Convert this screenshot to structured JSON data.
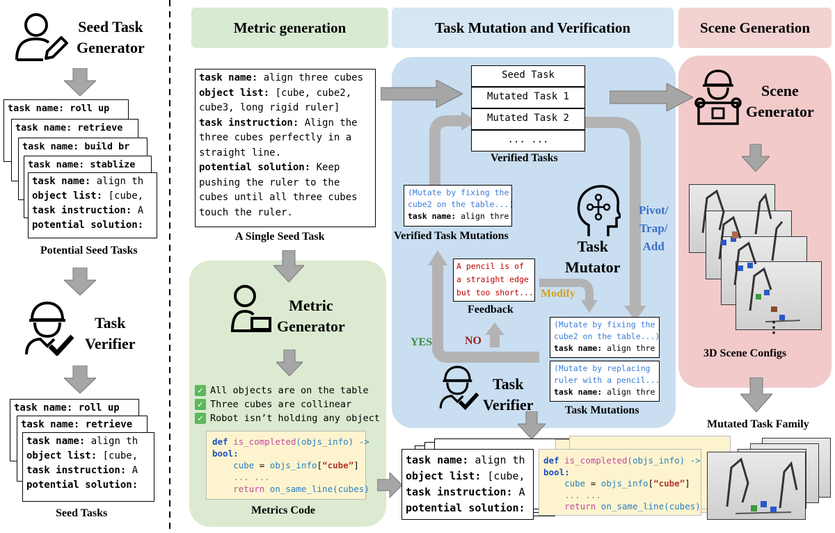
{
  "left": {
    "seed_task_generator": "Seed Task\nGenerator",
    "potential_seed_tasks_label": "Potential Seed Tasks",
    "task_verifier": "Task\nVerifier",
    "seed_tasks_label": "Seed Tasks",
    "potential_cards": [
      "task name: roll up",
      "task name: retrieve",
      "task name: build br",
      "task name: stablize"
    ],
    "seed_cards": [
      "task name: roll up",
      "task name: retrieve"
    ],
    "front_card": {
      "line1_key": "task name:",
      "line1_val": " align th",
      "line2_key": "object list:",
      "line2_val": " [cube,",
      "line3_key": "task instruction:",
      "line3_val": " A",
      "line4_key": "potential solution:",
      "line4_val": ""
    }
  },
  "sections": {
    "metric_generation": "Metric generation",
    "task_mutation": "Task Mutation and Verification",
    "scene_generation": "Scene Generation"
  },
  "single_seed": {
    "label": "A Single Seed Task",
    "task_name_key": "task name:",
    "task_name_val": " align three cubes",
    "object_list_key": "object list:",
    "object_list_val": " [cube, cube2,\ncube3, long rigid ruler]",
    "instruction_key": "task instruction:",
    "instruction_val": " Align the\nthree cubes perfectly in a\nstraight line.",
    "solution_key": "potential solution:",
    "solution_val": " Keep\npushing the ruler to the\ncubes until all three cubes\ntouch the ruler."
  },
  "metric": {
    "generator": "Metric\nGenerator",
    "checks": [
      "All objects are on the table",
      "Three cubes are collinear",
      "Robot isn’t holding any object"
    ],
    "code_label": "Metrics Code",
    "code": {
      "line1_def": "def",
      "line1_fn": "is_completed",
      "line1_arg": "(objs_info) ->",
      "line2": "bool:",
      "line3_var": "cube",
      "line3_eq": " = ",
      "line3_obj": "objs_info",
      "line3_key": "“cube”",
      "line4": "... ...",
      "line5_ret": "return",
      "line5_fn": "on_same_line",
      "line5_arg": "(cubes)"
    }
  },
  "mutation": {
    "stack": [
      "Seed Task",
      "Mutated Task 1",
      "Mutated Task 2",
      "... ..."
    ],
    "verified_tasks_label": "Verified Tasks",
    "verified_mutation_card": {
      "note": "(Mutate by fixing the\ncube2 on the table...)",
      "key": "task name:",
      "val": " align thre"
    },
    "verified_mutations_label": "Verified Task Mutations",
    "task_mutator": "Task\nMutator",
    "pivot": "Pivot/\nTrap/\nAdd",
    "feedback_text": "A pencil is of\na straight edge\nbut too short...",
    "feedback_label": "Feedback",
    "modify": "Modify",
    "yes": "YES",
    "no": "NO",
    "mutation_card1": {
      "note": "(Mutate by fixing the\ncube2 on the table...)",
      "key": "task name:",
      "val": " align thre"
    },
    "mutation_card2": {
      "note": "(Mutate by replacing\nruler with a pencil...)",
      "key": "task name:",
      "val": " align thre"
    },
    "task_mutations_label": "Task Mutations",
    "task_verifier": "Task\nVerifier"
  },
  "scene": {
    "generator": "Scene\nGenerator",
    "configs_label": "3D Scene Configs",
    "dots": "⋮",
    "family_label": "Mutated Task Family"
  },
  "colors": {
    "green_bg": "#d9ead3",
    "green_panel": "#dbead0",
    "blue_bg": "#d6e6f3",
    "blue_panel": "#c9def1",
    "pink_bg": "#f3d2d2",
    "pink_panel": "#f2caca",
    "arrow": "#b3b3b3",
    "yes": "#3f8a3b",
    "no": "#9c1c1c",
    "modify": "#d4a020",
    "pivot": "#3b6fc6",
    "feedback_red": "#c00000"
  },
  "icons": [
    "person-edit-icon",
    "worker-check-icon",
    "person-laptop-icon",
    "head-network-icon",
    "engineer-blueprint-icon",
    "checkmark-icon"
  ]
}
